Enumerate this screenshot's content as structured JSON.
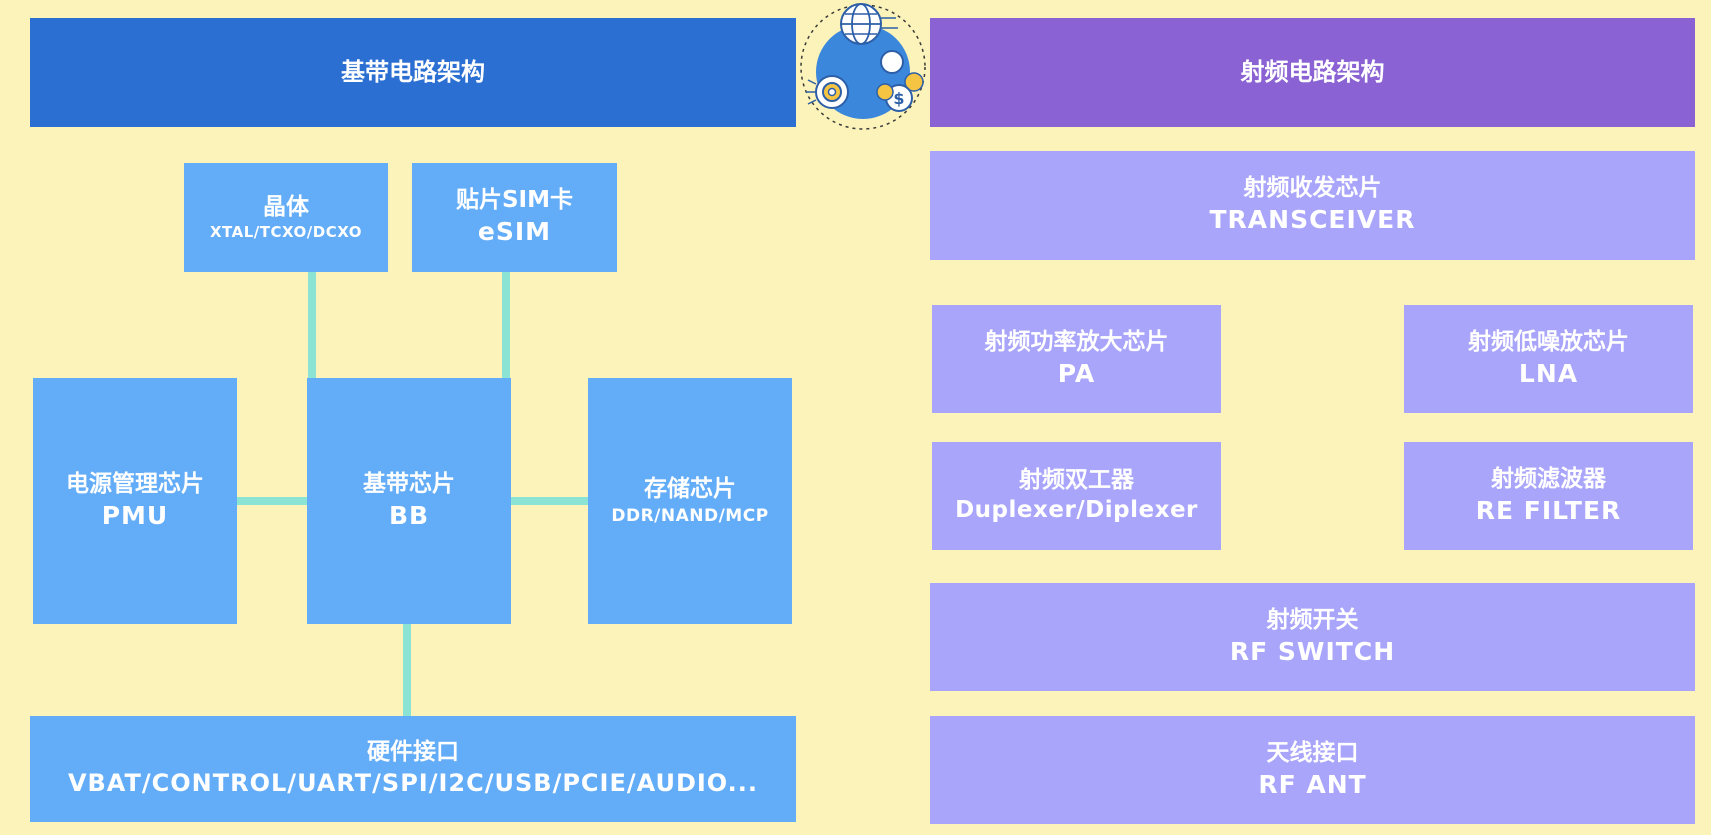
{
  "baseband": {
    "title": "基带电路架构",
    "crystal": {
      "name": "晶体",
      "sub": "XTAL/TCXO/DCXO"
    },
    "esim": {
      "name": "贴片SIM卡",
      "sub": "eSIM"
    },
    "pmu": {
      "name": "电源管理芯片",
      "sub": "PMU"
    },
    "bb": {
      "name": "基带芯片",
      "sub": "BB"
    },
    "storage": {
      "name": "存储芯片",
      "sub": "DDR/NAND/MCP"
    },
    "hw_interface": {
      "name": "硬件接口",
      "sub": "VBAT/CONTROL/UART/SPI/I2C/USB/PCIE/AUDIO..."
    }
  },
  "rf": {
    "title": "射频电路架构",
    "transceiver": {
      "name": "射频收发芯片",
      "sub": "TRANSCEIVER"
    },
    "pa": {
      "name": "射频功率放大芯片",
      "sub": "PA"
    },
    "lna": {
      "name": "射频低噪放芯片",
      "sub": "LNA"
    },
    "duplexer": {
      "name": "射频双工器",
      "sub": "Duplexer/Diplexer"
    },
    "filter": {
      "name": "射频滤波器",
      "sub": "RE FILTER"
    },
    "switch": {
      "name": "射频开关",
      "sub": "RF SWITCH"
    },
    "antenna": {
      "name": "天线接口",
      "sub": "RF ANT"
    }
  },
  "colors": {
    "background": "#fbf3b9",
    "baseband_header": "#2b6fd2",
    "rf_header": "#8a62d4",
    "baseband_box": "#63acf8",
    "rf_box": "#a9a5fb",
    "connector": "#8be3d4"
  },
  "logo": {
    "icon": "globe-gear-coin-icon"
  }
}
